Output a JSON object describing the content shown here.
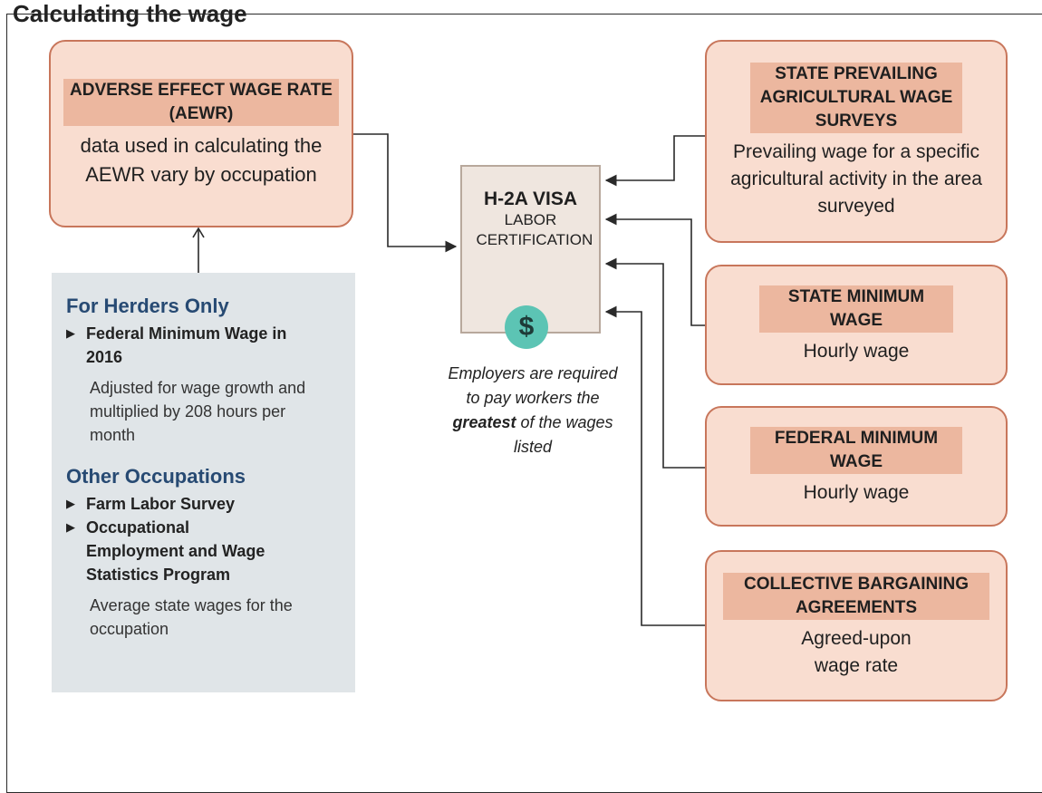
{
  "caption": "Calculating the wage",
  "aewr": {
    "title": "ADVERSE EFFECT WAGE RATE (AEWR)",
    "description": "data used in calculating the AEWR vary by occupation"
  },
  "herders": {
    "heading": "For Herders Only",
    "item": "Federal Minimum Wage in 2016",
    "description": "Adjusted for wage growth and multiplied by 208 hours per month"
  },
  "other": {
    "heading": "Other Occupations",
    "items": [
      "Farm Labor Survey",
      "Occupational Employment and Wage Statistics Program"
    ],
    "description": "Average state wages for the occupation"
  },
  "certificate": {
    "title": "H-2A VISA",
    "subtitle": "LABOR CERTIFICATION",
    "symbol": "$"
  },
  "note": {
    "before": "Employers are required to pay workers the ",
    "emphasis": "greatest",
    "after": " of the wages listed"
  },
  "sources": [
    {
      "title": "STATE PREVAILING AGRICULTURAL WAGE SURVEYS",
      "description": "Prevailing wage for a specific agricultural activity in the area surveyed"
    },
    {
      "title": "STATE MINIMUM WAGE",
      "description": "Hourly wage"
    },
    {
      "title": "FEDERAL MINIMUM WAGE",
      "description": "Hourly wage"
    },
    {
      "title": "COLLECTIVE BARGAINING AGREEMENTS",
      "description": "Agreed-upon wage rate"
    }
  ],
  "colors": {
    "box_fill": "#f9ddd0",
    "box_border": "#c8765b",
    "title_highlight": "#ecb79f",
    "panel_fill": "#e0e5e8",
    "heading_blue": "#274a73",
    "coin_teal": "#5cc4b4"
  }
}
